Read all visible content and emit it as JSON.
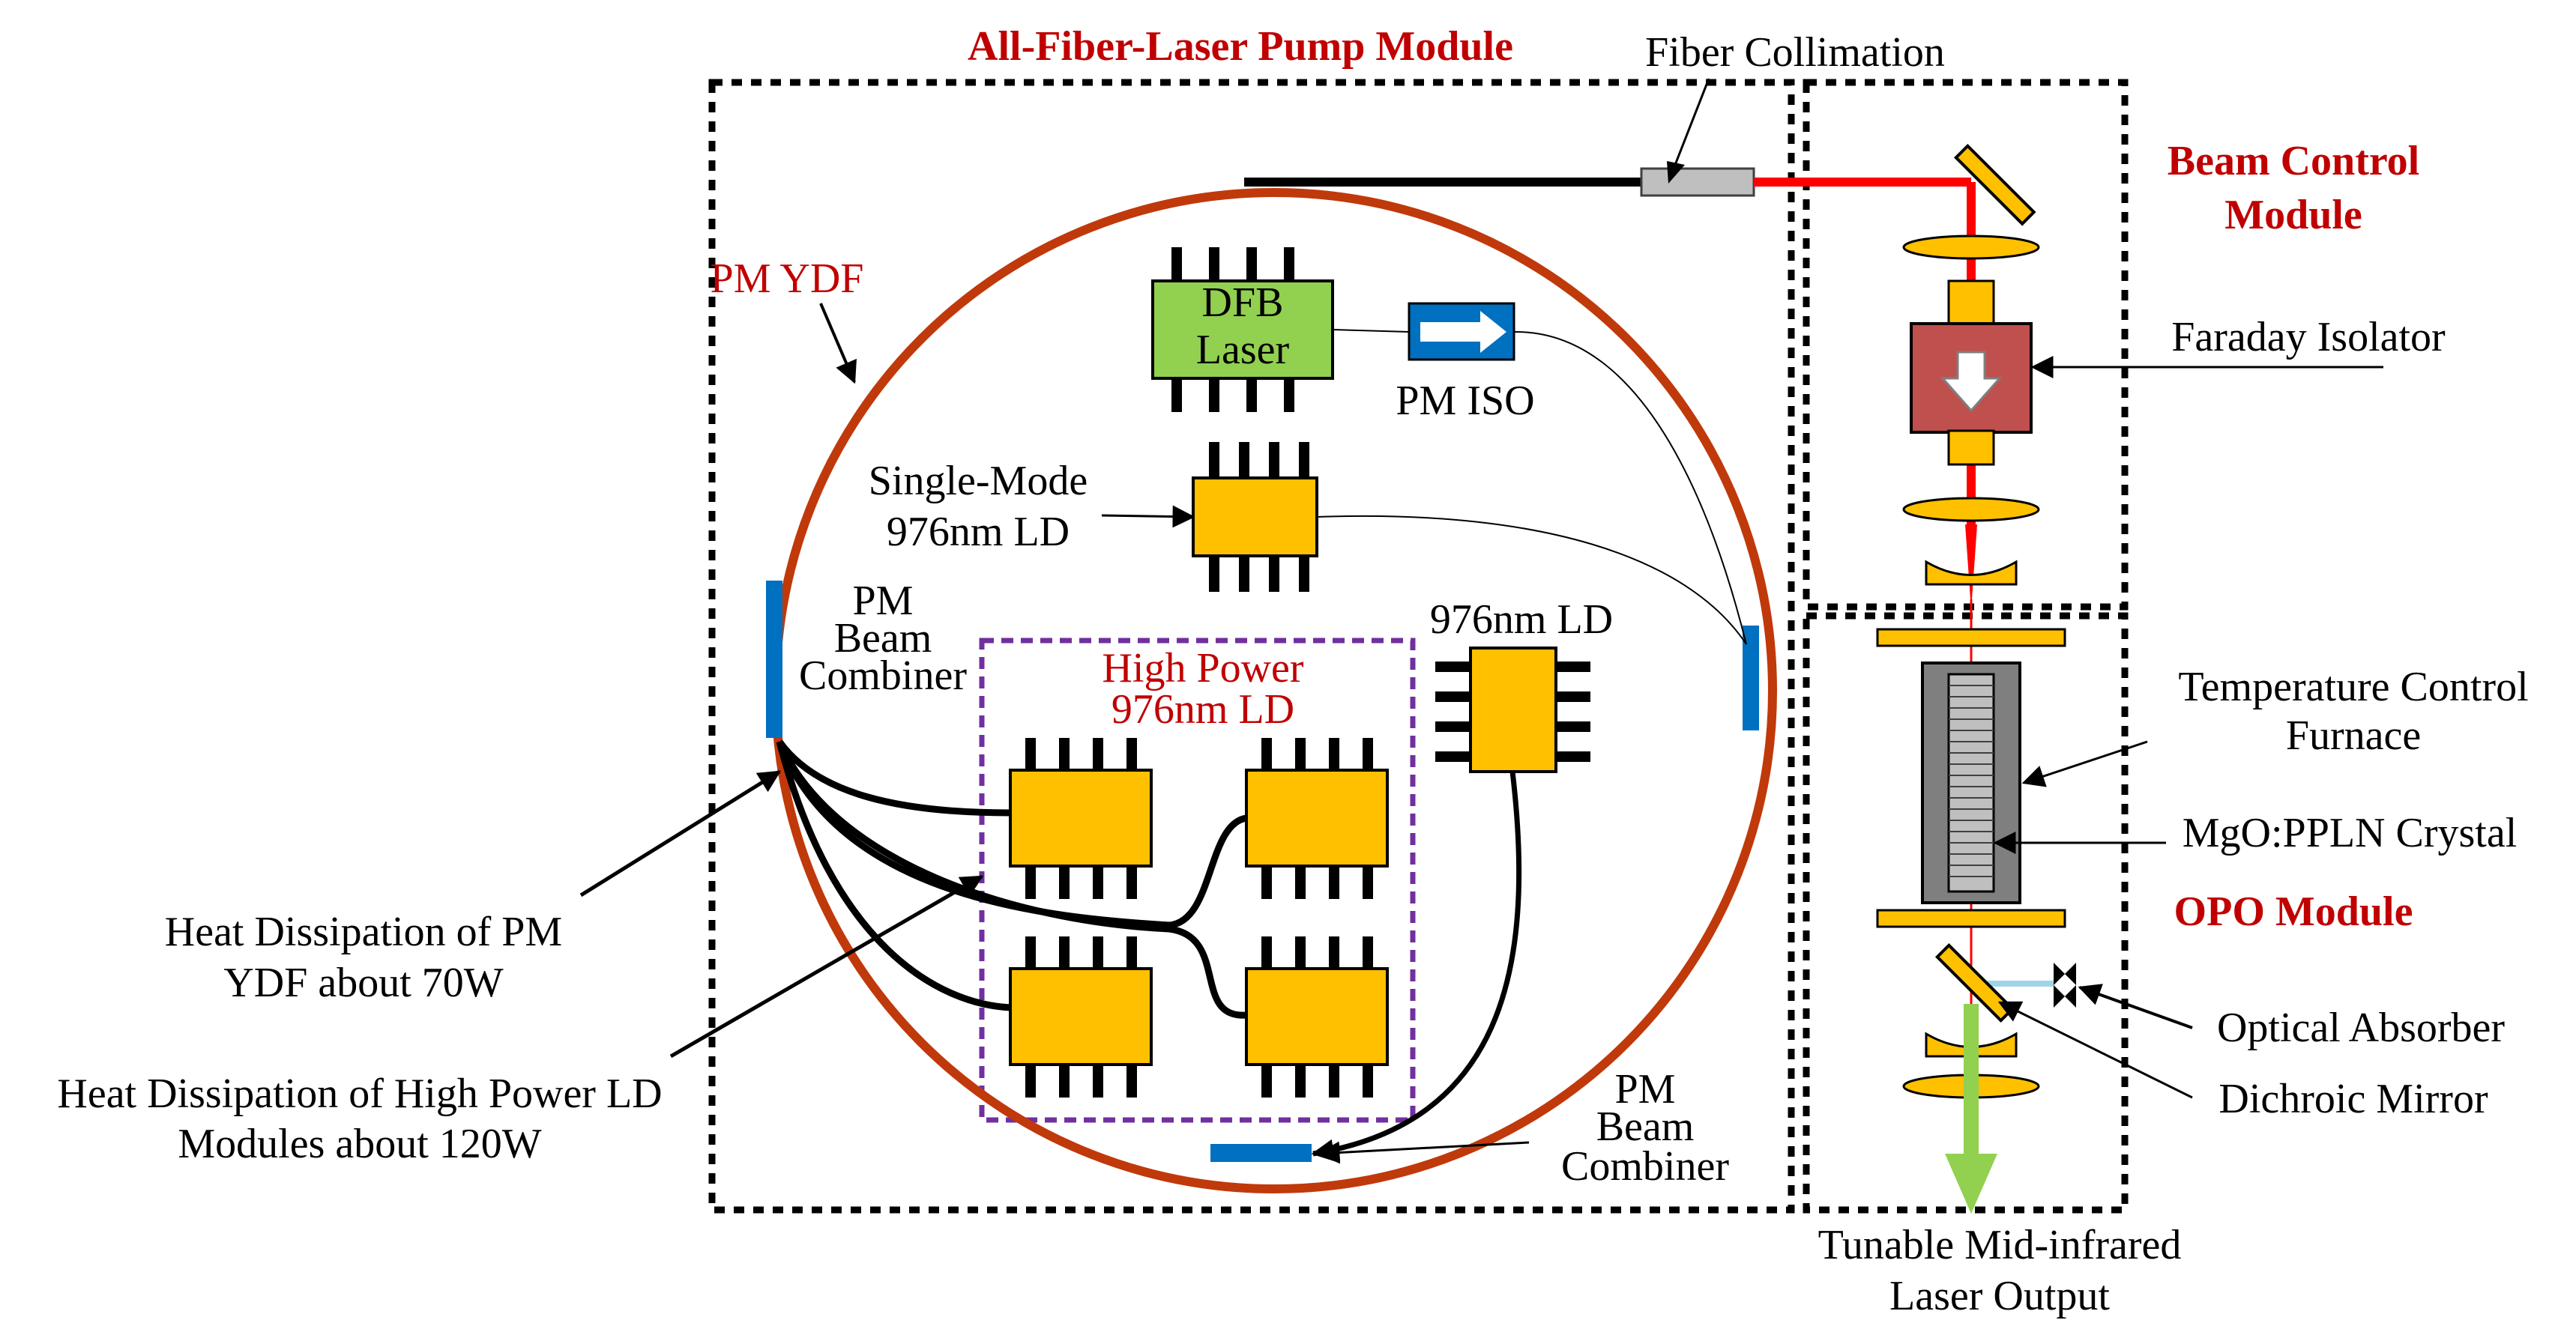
{
  "colors": {
    "fiber_ring": "#c0390b",
    "beam_red": "#ff0000",
    "chip_yellow": "#ffc000",
    "dfb_green": "#92d050",
    "combiner_blue": "#0070c0",
    "module_title_red": "#c00000",
    "hp_box_purple": "#7030a0",
    "output_green": "#92d050",
    "absorber_beam": "#9fd5e6"
  },
  "modules": {
    "pump": "All-Fiber-Laser Pump Module",
    "beam_control": [
      "Beam Control",
      "Module"
    ],
    "opo": "OPO Module"
  },
  "labels": {
    "fiber_collimation": "Fiber Collimation",
    "pm_ydf": "PM YDF",
    "dfb_laser": [
      "DFB",
      "Laser"
    ],
    "pm_iso": "PM ISO",
    "single_mode_ld": [
      "Single-Mode",
      "976nm LD"
    ],
    "pm_beam_combiner_left": [
      "PM",
      "Beam",
      "Combiner"
    ],
    "high_power_ld": [
      "High Power",
      "976nm LD"
    ],
    "ld_976": "976nm LD",
    "heat_ydf": [
      "Heat Dissipation of PM",
      "YDF about 70W"
    ],
    "heat_ld": [
      "Heat Dissipation of High Power LD",
      "Modules about 120W"
    ],
    "pm_beam_combiner_bottom": [
      "PM",
      "Beam",
      "Combiner"
    ],
    "faraday_isolator": "Faraday Isolator",
    "temp_furnace": [
      "Temperature Control",
      "Furnace"
    ],
    "crystal": "MgO:PPLN Crystal",
    "optical_absorber": "Optical Absorber",
    "dichroic_mirror": "Dichroic Mirror",
    "output": [
      "Tunable Mid-infrared",
      "Laser Output"
    ]
  }
}
